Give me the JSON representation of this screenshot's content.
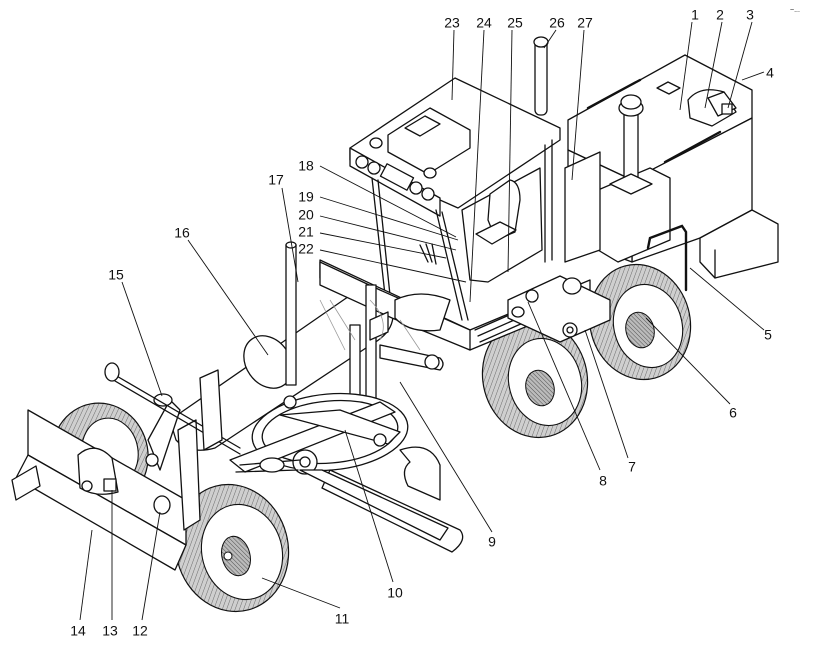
{
  "figure": {
    "subject": "Motor grader general view with numbered component callouts",
    "corner_mark": "~..."
  },
  "callouts": [
    {
      "id": "1",
      "label": "1"
    },
    {
      "id": "2",
      "label": "2"
    },
    {
      "id": "3",
      "label": "3"
    },
    {
      "id": "4",
      "label": "4"
    },
    {
      "id": "5",
      "label": "5"
    },
    {
      "id": "6",
      "label": "6"
    },
    {
      "id": "7",
      "label": "7"
    },
    {
      "id": "8",
      "label": "8"
    },
    {
      "id": "9",
      "label": "9"
    },
    {
      "id": "10",
      "label": "10"
    },
    {
      "id": "11",
      "label": "11"
    },
    {
      "id": "12",
      "label": "12"
    },
    {
      "id": "13",
      "label": "13"
    },
    {
      "id": "14",
      "label": "14"
    },
    {
      "id": "15",
      "label": "15"
    },
    {
      "id": "16",
      "label": "16"
    },
    {
      "id": "17",
      "label": "17"
    },
    {
      "id": "18",
      "label": "18"
    },
    {
      "id": "19",
      "label": "19"
    },
    {
      "id": "20",
      "label": "20"
    },
    {
      "id": "21",
      "label": "21"
    },
    {
      "id": "22",
      "label": "22"
    },
    {
      "id": "23",
      "label": "23"
    },
    {
      "id": "24",
      "label": "24"
    },
    {
      "id": "25",
      "label": "25"
    },
    {
      "id": "26",
      "label": "26"
    },
    {
      "id": "27",
      "label": "27"
    }
  ]
}
